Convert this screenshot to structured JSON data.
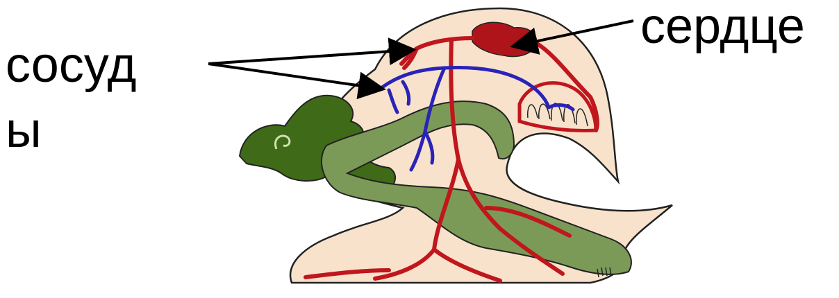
{
  "labels": {
    "vessels_line1": "сосуд",
    "vessels_line2": "ы",
    "heart": "сердце"
  },
  "colors": {
    "body": "#f9e2cb",
    "artery": "#c0161d",
    "vein": "#2a23b8",
    "gut_dark": "#3f6b18",
    "gut_light": "#7c9a57",
    "outline": "#222222"
  }
}
